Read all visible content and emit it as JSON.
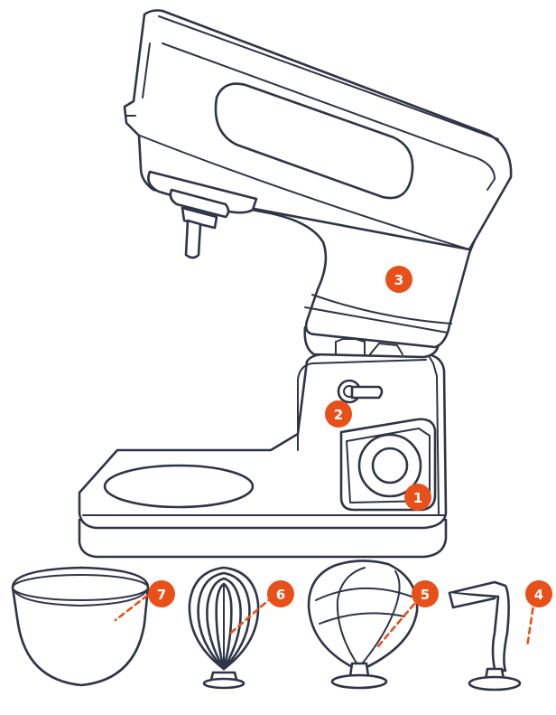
{
  "colors": {
    "outline": "#2e3547",
    "accent": "#e8501a",
    "background": "#ffffff"
  },
  "callouts": [
    {
      "id": "1",
      "label": "1"
    },
    {
      "id": "2",
      "label": "2"
    },
    {
      "id": "3",
      "label": "3"
    },
    {
      "id": "4",
      "label": "4"
    },
    {
      "id": "5",
      "label": "5"
    },
    {
      "id": "6",
      "label": "6"
    },
    {
      "id": "7",
      "label": "7"
    }
  ]
}
